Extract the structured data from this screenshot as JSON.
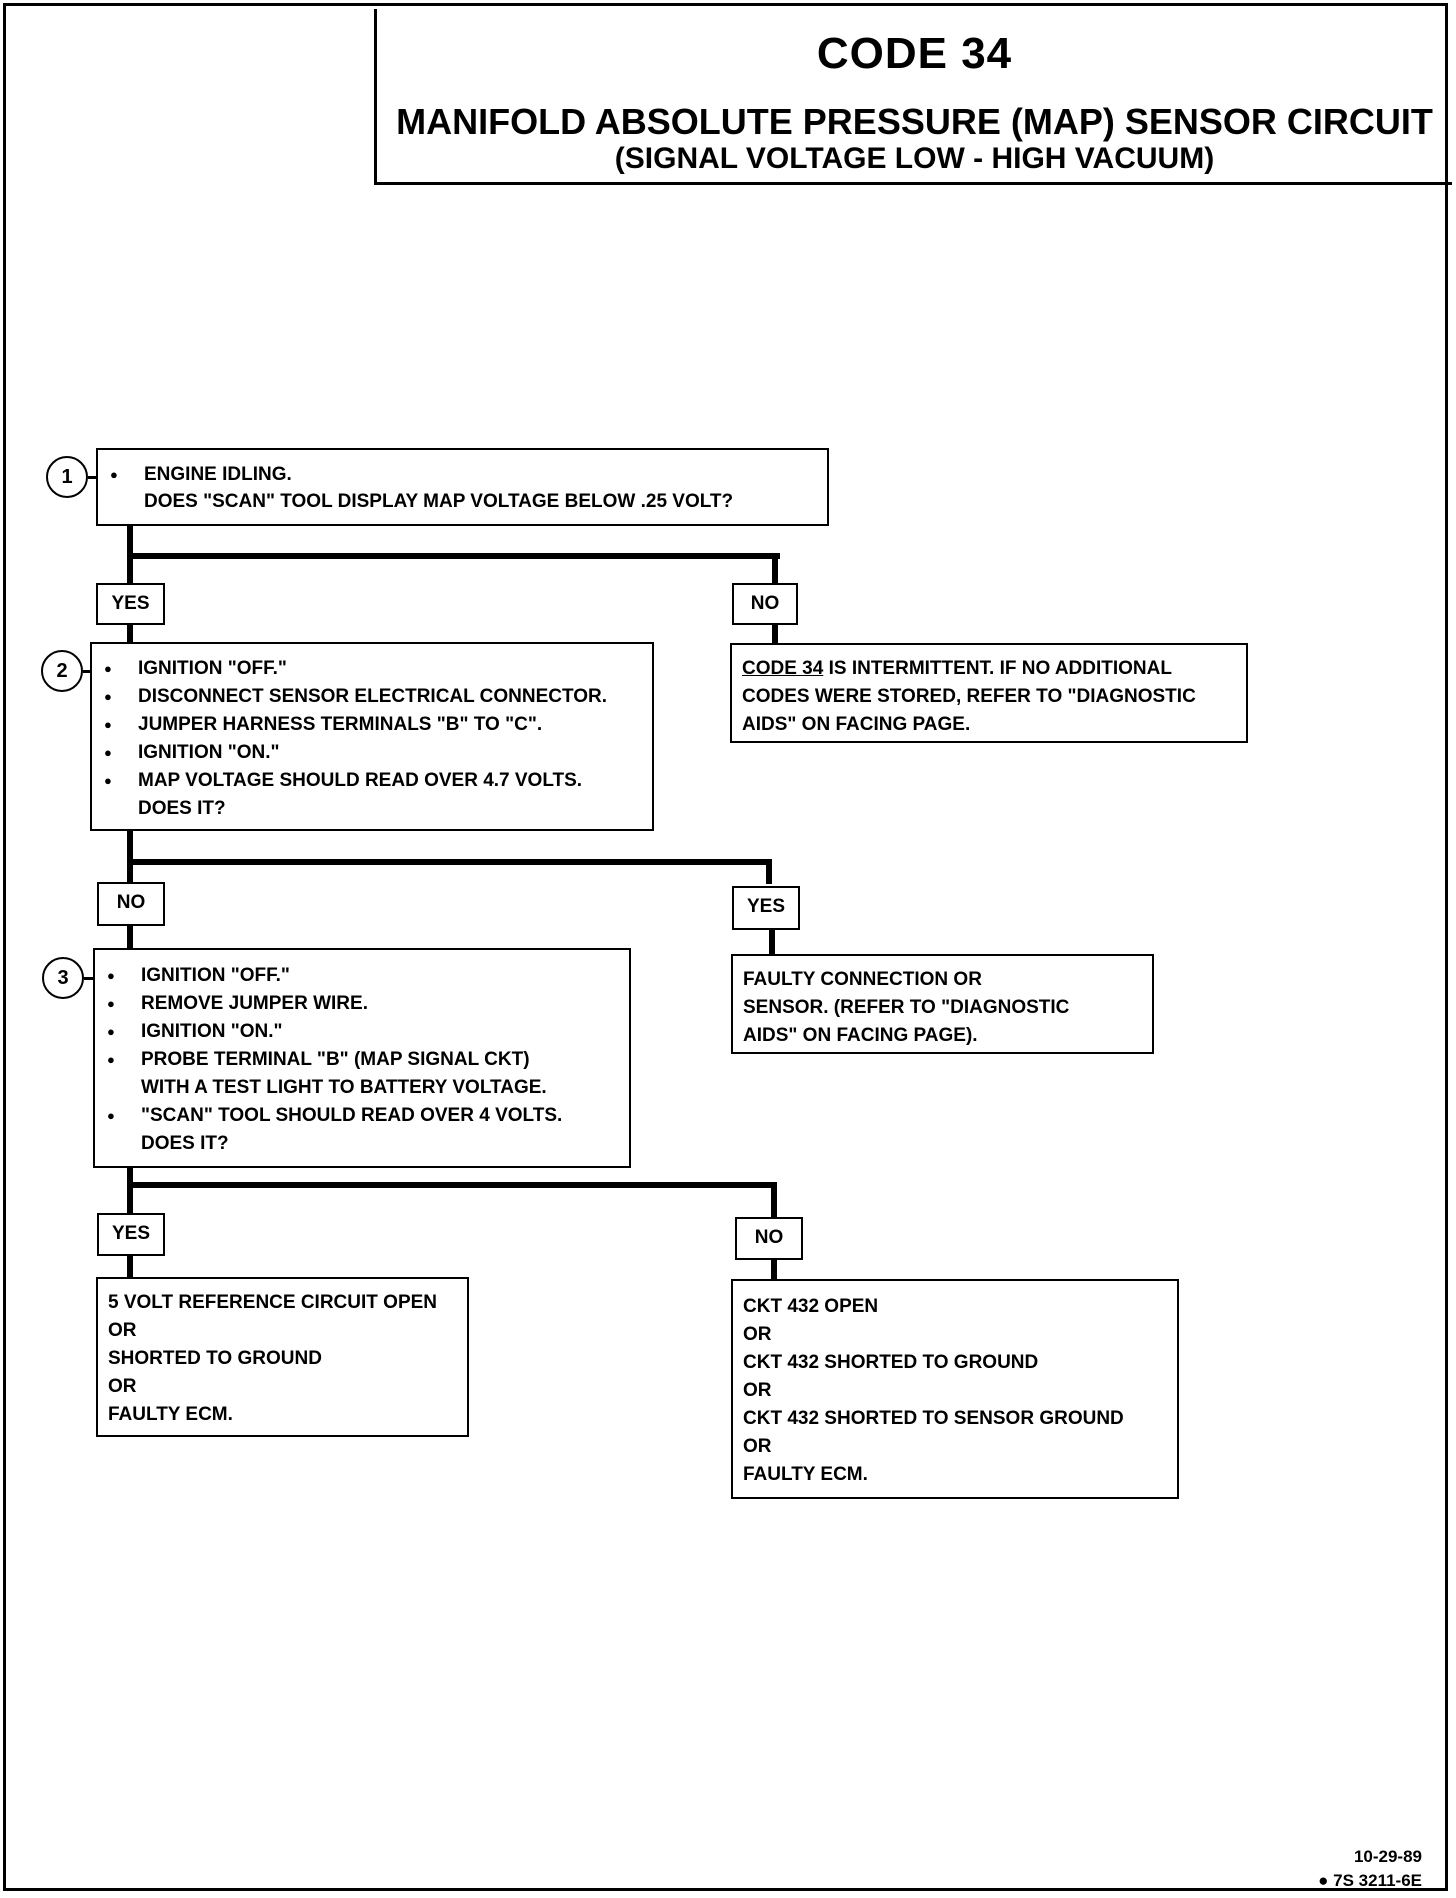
{
  "header": {
    "code": "CODE 34",
    "title": "MANIFOLD ABSOLUTE PRESSURE (MAP) SENSOR CIRCUIT",
    "subtitle": "(SIGNAL VOLTAGE LOW - HIGH VACUUM)"
  },
  "steps": [
    {
      "number": "1",
      "bullets": [
        "ENGINE IDLING."
      ],
      "continuation": "DOES \"SCAN\" TOOL DISPLAY MAP VOLTAGE BELOW .25 VOLT?"
    },
    {
      "number": "2",
      "bullets": [
        "IGNITION \"OFF.\"",
        "DISCONNECT SENSOR ELECTRICAL CONNECTOR.",
        "JUMPER HARNESS TERMINALS \"B\" TO \"C\".",
        "IGNITION \"ON.\"",
        "MAP VOLTAGE SHOULD READ OVER 4.7 VOLTS."
      ],
      "continuation": "DOES IT?"
    },
    {
      "number": "3",
      "bullets": [
        "IGNITION \"OFF.\"",
        "REMOVE JUMPER WIRE.",
        "IGNITION \"ON.\"",
        "PROBE TERMINAL \"B\" (MAP SIGNAL CKT)",
        "\"SCAN\" TOOL SHOULD READ OVER 4 VOLTS."
      ],
      "probe_continuation": "WITH A TEST LIGHT TO BATTERY VOLTAGE.",
      "continuation": "DOES IT?"
    }
  ],
  "branches": {
    "step1_left": "YES",
    "step1_right": "NO",
    "step2_left": "NO",
    "step2_right": "YES",
    "step3_left": "YES",
    "step3_right": "NO"
  },
  "outcomes": {
    "intermittent": {
      "code_ref": "CODE 34",
      "line1_rest": " IS INTERMITTENT.  IF NO ADDITIONAL",
      "line2": "CODES WERE STORED, REFER TO \"DIAGNOSTIC",
      "line3": "AIDS\" ON FACING PAGE."
    },
    "faulty_connection": [
      "FAULTY CONNECTION OR",
      "SENSOR.  (REFER TO \"DIAGNOSTIC",
      "AIDS\" ON FACING PAGE)."
    ],
    "five_volt": [
      "5 VOLT REFERENCE CIRCUIT OPEN",
      "OR",
      "SHORTED TO GROUND",
      "OR",
      "FAULTY ECM."
    ],
    "ckt432": [
      "CKT 432 OPEN",
      "OR",
      "CKT 432 SHORTED TO GROUND",
      "OR",
      "CKT 432 SHORTED TO SENSOR GROUND",
      "OR",
      "FAULTY ECM."
    ]
  },
  "footer": {
    "date": "10-29-89",
    "doc_id": "● 7S 3211-6E"
  }
}
